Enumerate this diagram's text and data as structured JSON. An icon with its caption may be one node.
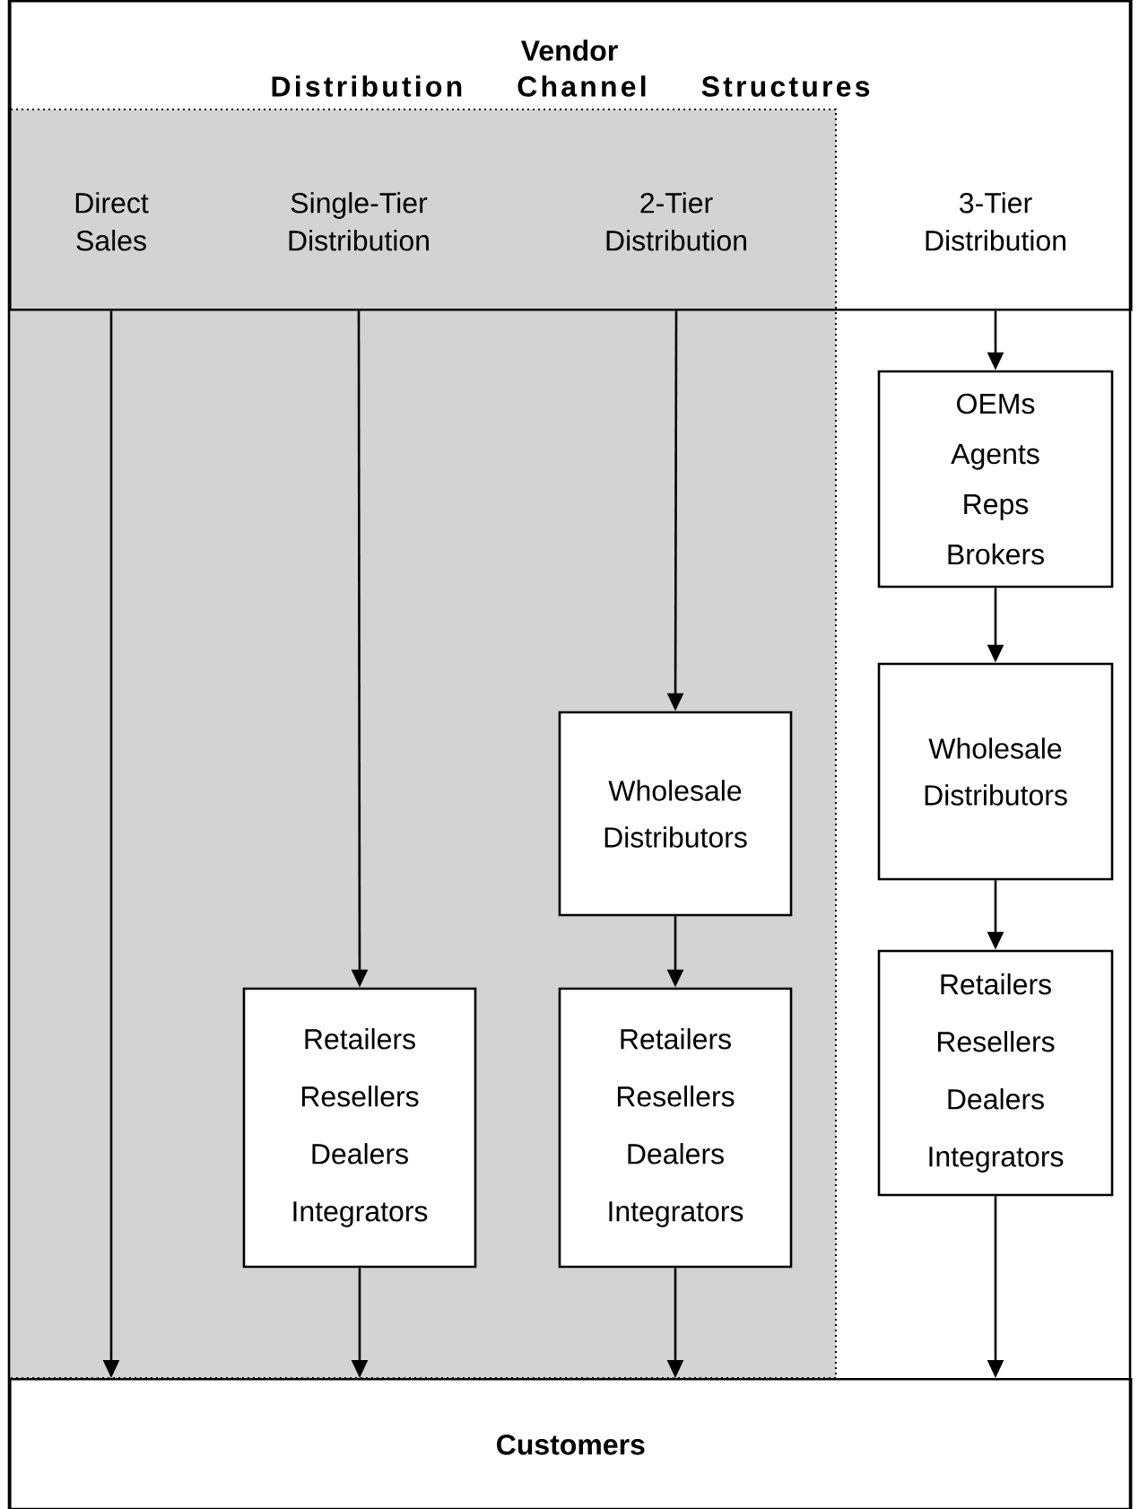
{
  "diagram": {
    "nodes": [
      {
        "text": [
          "Vendor",
          "Distribution Channel Structures"
        ]
      },
      {
        "text": [
          "Direct Sales"
        ],
        "in": 0
      },
      {
        "text": [
          "Single-Tier Distribution"
        ],
        "in": 0
      },
      {
        "text": [
          "2-Tier Distribution"
        ],
        "in": 0
      },
      {
        "text": [
          "3-Tier Distribution"
        ],
        "in": 0
      },
      {
        "text": [
          "OEMs Agents Reps Brokers"
        ]
      },
      {
        "text": [
          "Wholesale Distributors"
        ]
      },
      {
        "text": [
          "Wholesale Distributors"
        ]
      },
      {
        "text": [
          "Retailers Resellers Dealers Integrators"
        ]
      },
      {
        "text": [
          "Retailers Resellers Dealers Integrators"
        ]
      },
      {
        "text": [
          "Retailers Resellers Dealers Integrators"
        ]
      },
      {
        "text": [
          "Customers"
        ]
      }
    ],
    "edges": [
      {
        "from": 1,
        "to": 11,
        "arrow": "to"
      },
      {
        "from": 2,
        "to": 8,
        "arrow": "to"
      },
      {
        "from": 8,
        "to": 11,
        "arrow": "to"
      },
      {
        "from": 3,
        "to": 6,
        "arrow": "to"
      },
      {
        "from": 6,
        "to": 9,
        "arrow": "to"
      },
      {
        "from": 9,
        "to": 11,
        "arrow": "to"
      },
      {
        "from": 4,
        "to": 5,
        "arrow": "to"
      },
      {
        "from": 5,
        "to": 7,
        "arrow": "to"
      },
      {
        "from": 7,
        "to": 10,
        "arrow": "to"
      },
      {
        "from": 10,
        "to": 11,
        "arrow": "to"
      }
    ]
  }
}
